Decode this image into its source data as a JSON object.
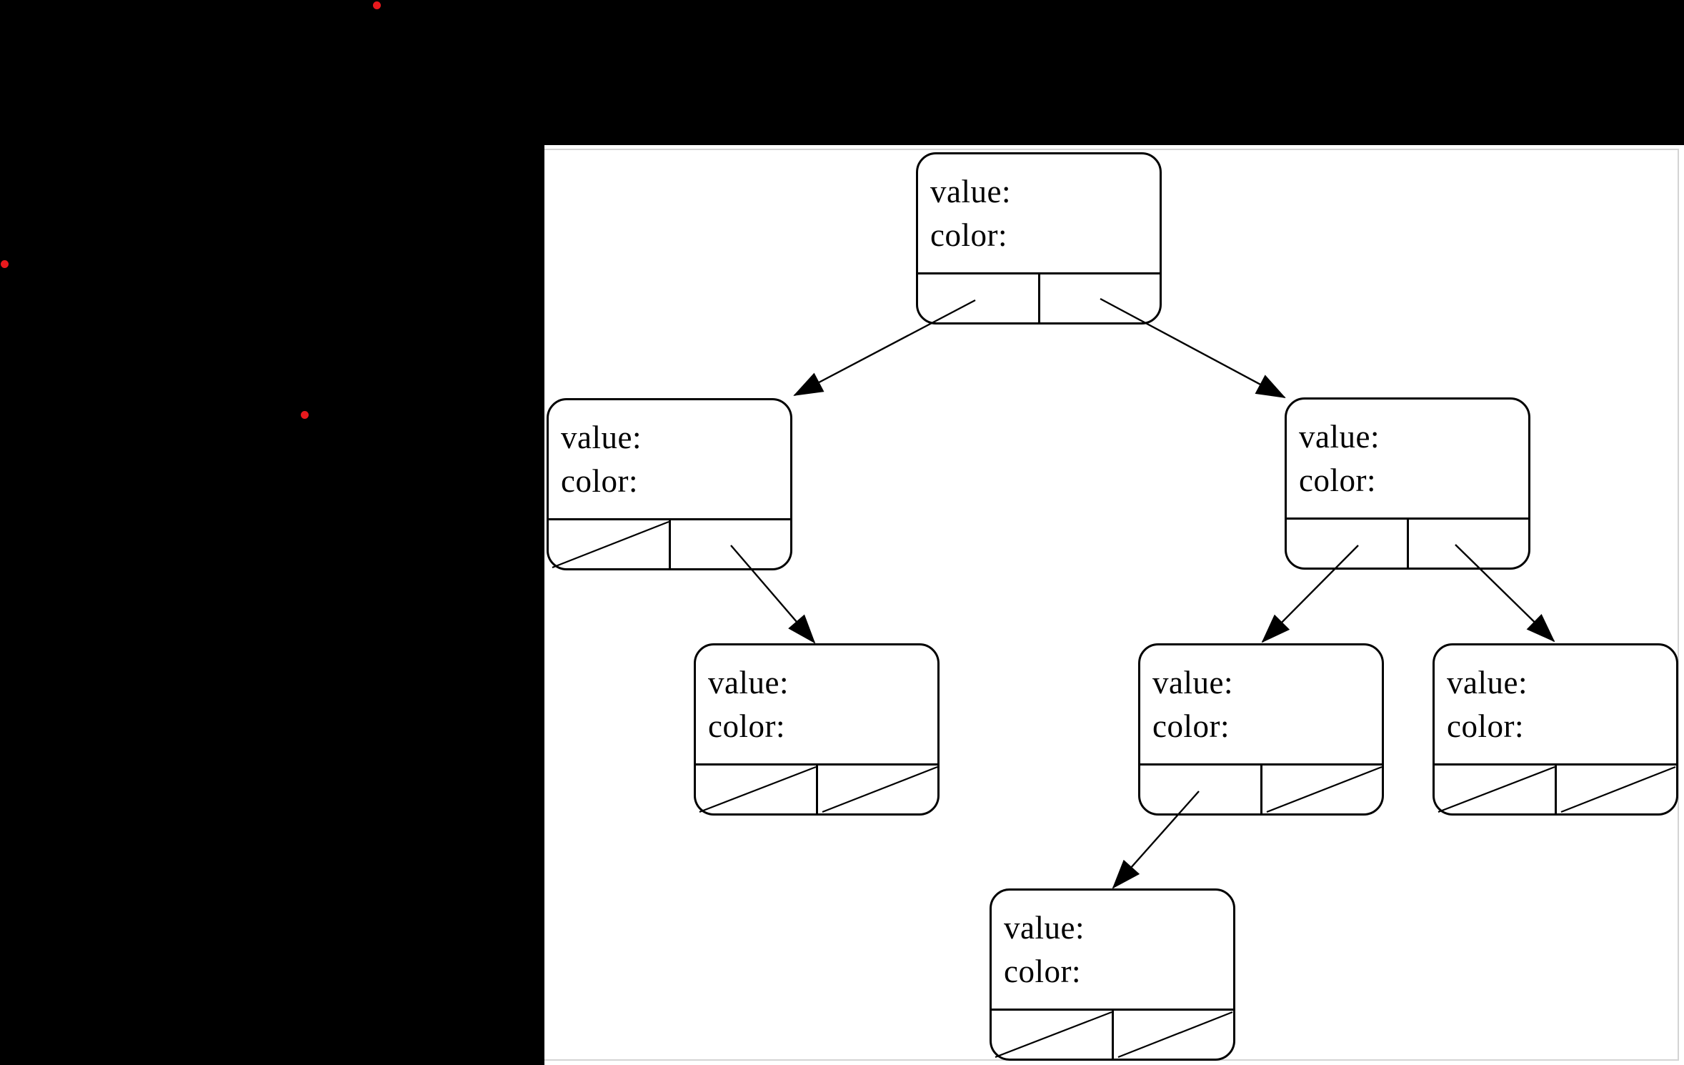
{
  "colors": {
    "background": "#000000",
    "panel_background": "#ffffff",
    "panel_frame": "#d4d4d4",
    "line": "#000000",
    "dot_red": "#e8191d"
  },
  "node_labels": {
    "value": "value:",
    "color": "color:"
  },
  "diagram": {
    "type": "binary-tree",
    "description": "Seven identical node templates, each a rounded rectangle with 'value:' and 'color:' text fields above a two-cell pointer row; arrows connect parent pointer cells to child nodes, diagonal slashes mark null pointers.",
    "nodes": [
      {
        "id": "root",
        "left_pointer": "child",
        "right_pointer": "child",
        "left_child": "left",
        "right_child": "right"
      },
      {
        "id": "left",
        "left_pointer": "null",
        "right_pointer": "child",
        "left_child": null,
        "right_child": "left-right"
      },
      {
        "id": "right",
        "left_pointer": "child",
        "right_pointer": "child",
        "left_child": "right-left",
        "right_child": "right-right"
      },
      {
        "id": "left-right",
        "left_pointer": "null",
        "right_pointer": "null",
        "left_child": null,
        "right_child": null
      },
      {
        "id": "right-left",
        "left_pointer": "child",
        "right_pointer": "null",
        "left_child": "right-left-left",
        "right_child": null
      },
      {
        "id": "right-right",
        "left_pointer": "null",
        "right_pointer": "null",
        "left_child": null,
        "right_child": null
      },
      {
        "id": "right-left-left",
        "left_pointer": "null",
        "right_pointer": "null",
        "left_child": null,
        "right_child": null
      }
    ],
    "edges": [
      {
        "from": "root.left-cell",
        "to": "left"
      },
      {
        "from": "root.right-cell",
        "to": "right"
      },
      {
        "from": "left.right-cell",
        "to": "left-right"
      },
      {
        "from": "right.left-cell",
        "to": "right-left"
      },
      {
        "from": "right.right-cell",
        "to": "right-right"
      },
      {
        "from": "right-left.left-cell",
        "to": "right-left-left"
      }
    ],
    "red_dot_count": 3
  }
}
